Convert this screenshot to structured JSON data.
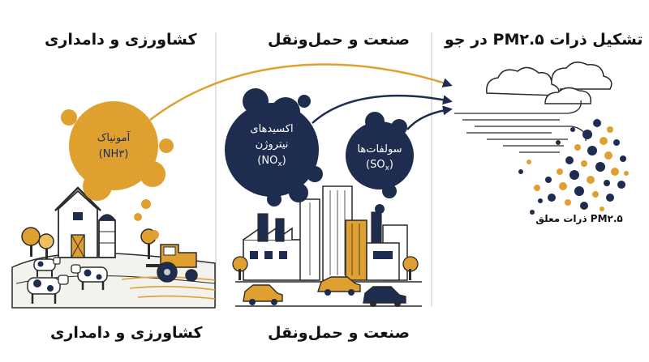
{
  "titles": {
    "agriculture": "کشاورزی و دامداری",
    "industry": "صنعت و حمل‌ونقل",
    "formation": "تشکیل ذرات PM۲.۵ در جو"
  },
  "captions": {
    "agriculture": "کشاورزی و دامداری",
    "industry": "صنعت و حمل‌ونقل"
  },
  "bubbles": {
    "ammonia": {
      "name": "آمونیاک",
      "formula": "(NH۳)"
    },
    "nox": {
      "line1": "اکسیدهای",
      "line2": "نیتروژن",
      "formula_base": "(NO",
      "formula_sub": "x",
      "formula_close": ")"
    },
    "sox": {
      "name": "سولفات‌ها",
      "formula_base": "(SO",
      "formula_sub": "x",
      "formula_close": ")"
    }
  },
  "particles_label": "ذرات معلق PM۲.۵",
  "colors": {
    "navy": "#1e2d4f",
    "gold": "#e0a030",
    "divider": "#d8d8d8"
  }
}
